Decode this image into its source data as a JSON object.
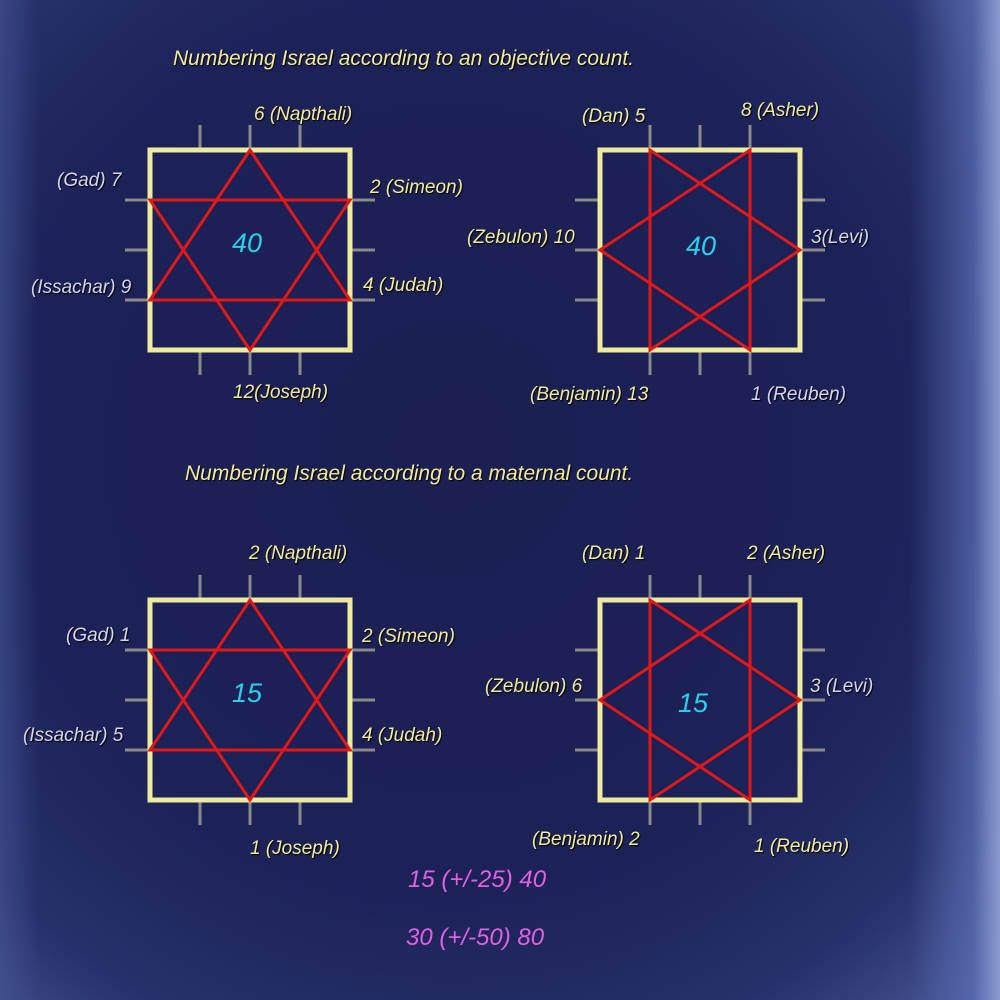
{
  "colors": {
    "frame": "#eeeaa0",
    "star": "#e01818",
    "tick": "#8a8a8a",
    "center": "#2ad0ea",
    "formula": "#e060e0"
  },
  "sections": [
    {
      "title": "Numbering Israel according to an objective count.",
      "left": {
        "center": "40",
        "top": "6 (Napthali)",
        "gad": "(Gad) 7",
        "simeon": "2 (Simeon)",
        "issachar": "(Issachar) 9",
        "judah": "4 (Judah)",
        "bottom": "12(Joseph)"
      },
      "right": {
        "center": "40",
        "dan": "(Dan) 5",
        "asher": "8 (Asher)",
        "zebulon": "(Zebulon) 10",
        "levi": "3(Levi)",
        "benjamin": "(Benjamin) 13",
        "reuben": "1 (Reuben)"
      }
    },
    {
      "title": "Numbering Israel according to a maternal count.",
      "left": {
        "center": "15",
        "top": "2 (Napthali)",
        "gad": "(Gad) 1",
        "simeon": "2 (Simeon)",
        "issachar": "(Issachar) 5",
        "judah": "4 (Judah)",
        "bottom": "1 (Joseph)"
      },
      "right": {
        "center": "15",
        "dan": "(Dan) 1",
        "asher": "2 (Asher)",
        "zebulon": "(Zebulon) 6",
        "levi": "3 (Levi)",
        "benjamin": "(Benjamin) 2",
        "reuben": "1 (Reuben)"
      }
    }
  ],
  "formulas": [
    "15 (+/-25) 40",
    "30 (+/-50) 80"
  ]
}
